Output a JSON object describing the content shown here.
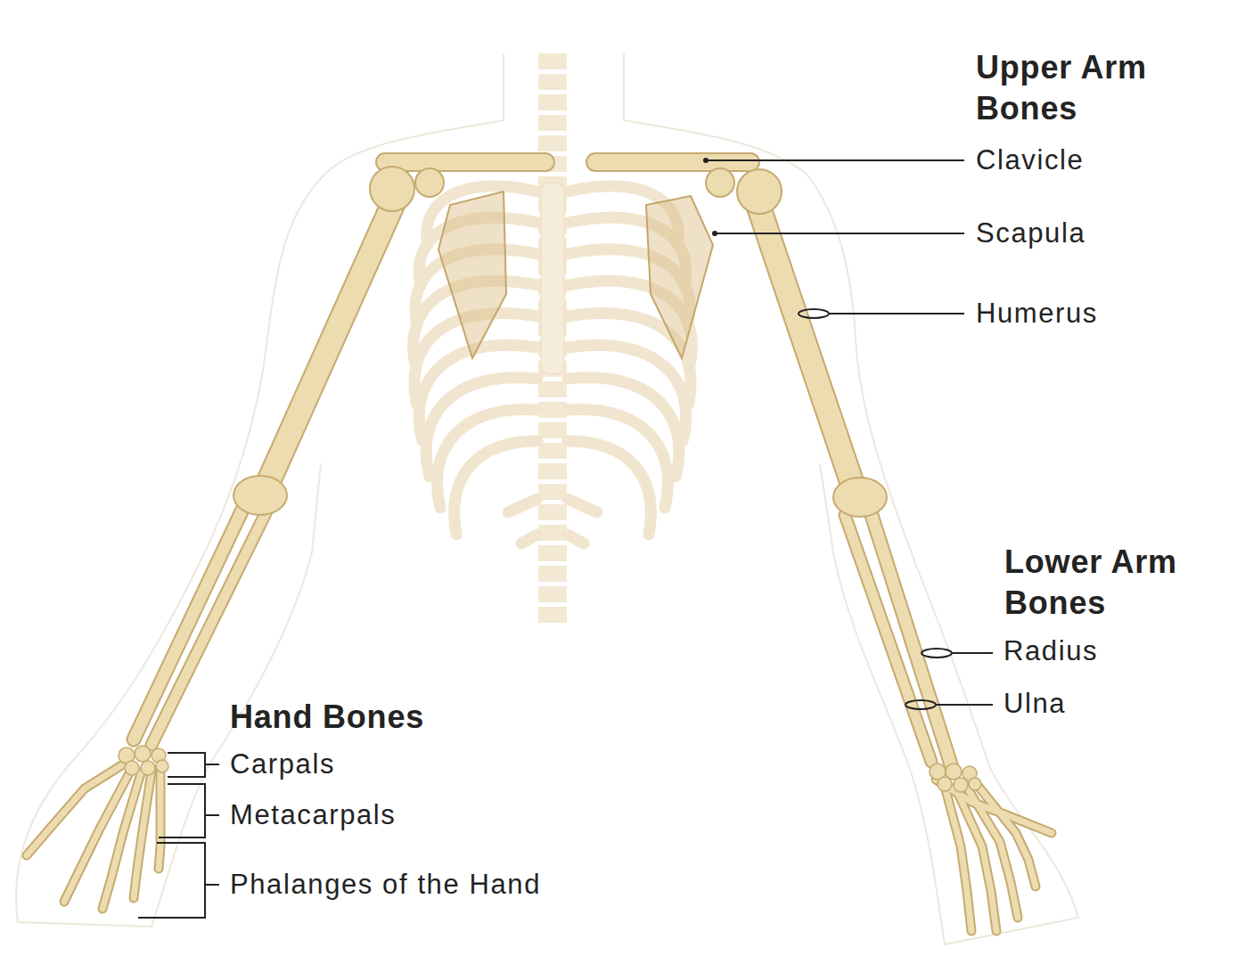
{
  "diagram": {
    "labels": [
      "Upper Arm Bones",
      "Clavicle",
      "Scapula",
      "Humerus",
      "Lower Arm Bones",
      "Radius",
      "Ulna",
      "Hand Bones",
      "Carpals",
      "Metacarpals",
      "Phalanges of the Hand"
    ]
  }
}
